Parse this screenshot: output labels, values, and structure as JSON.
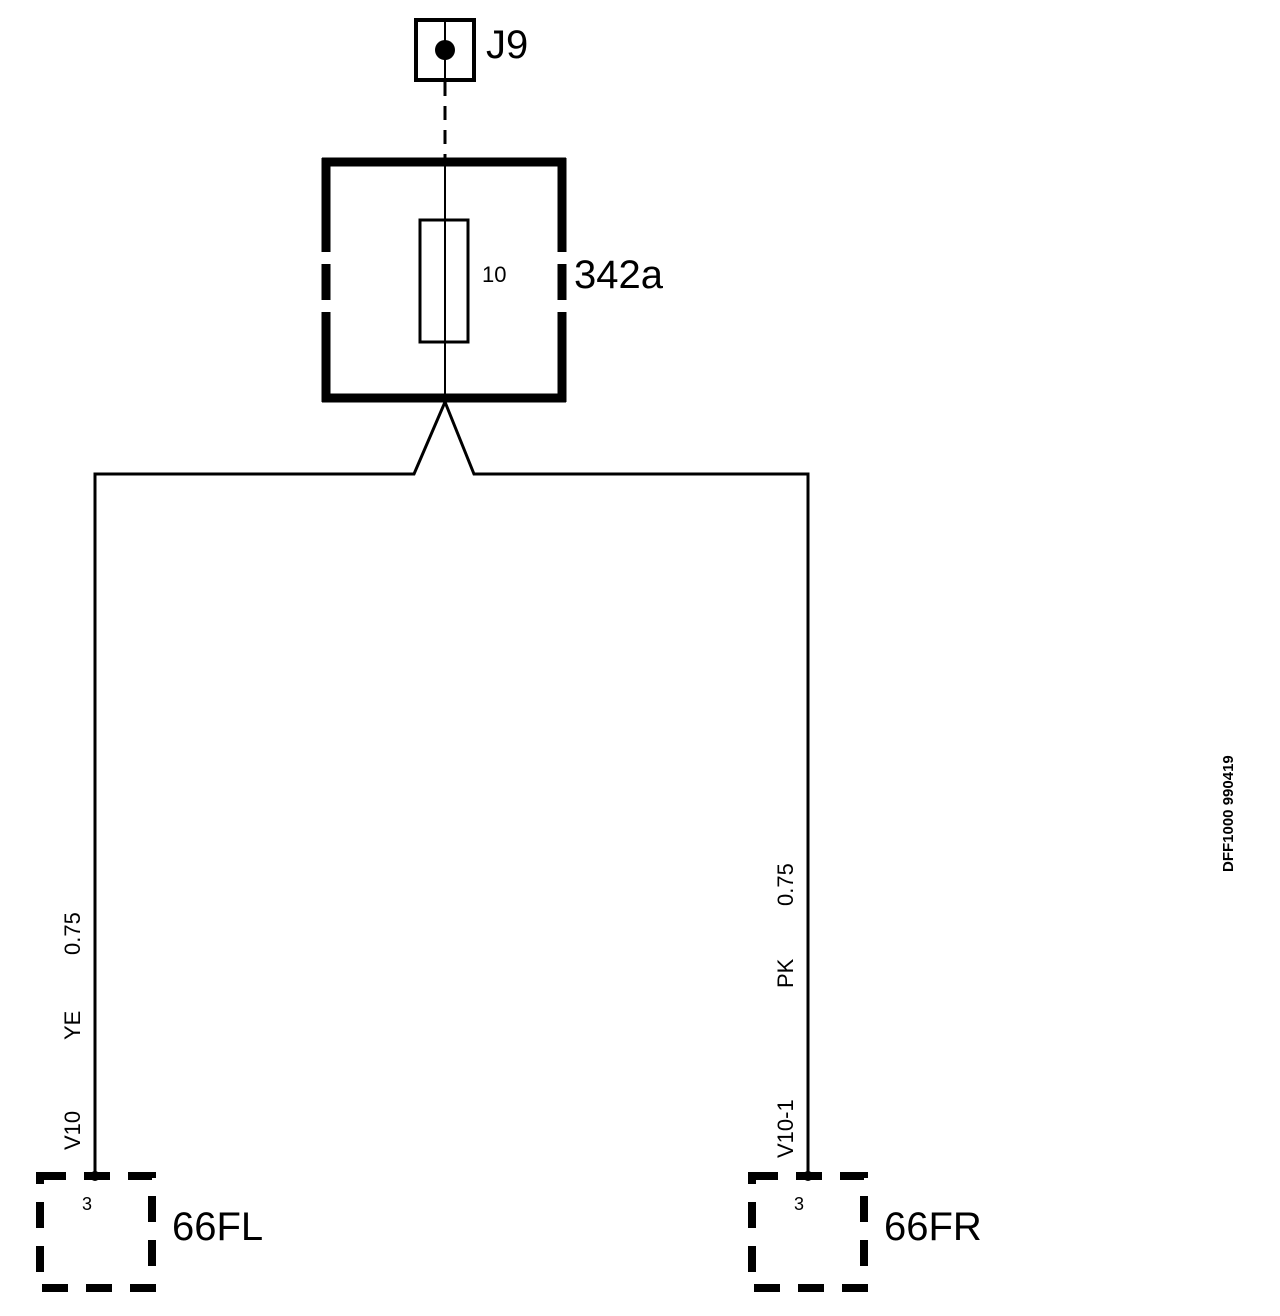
{
  "connector_top": {
    "label": "J9"
  },
  "fuse_box": {
    "label": "342a",
    "fuse_rating": "10"
  },
  "wire_left": {
    "circuit": "V10",
    "color": "YE",
    "size": "0.75"
  },
  "wire_right": {
    "circuit": "V10-1",
    "color": "PK",
    "size": "0.75"
  },
  "component_left": {
    "label": "66FL",
    "pin": "3"
  },
  "component_right": {
    "label": "66FR",
    "pin": "3"
  },
  "drawing_ref": "DFF1000 990419"
}
